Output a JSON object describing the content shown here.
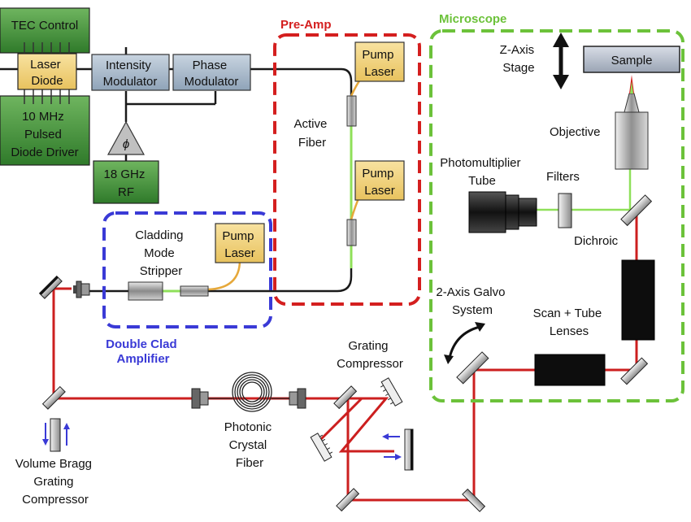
{
  "labels": {
    "tec_control": "TEC Control",
    "laser_diode": [
      "Laser",
      "Diode"
    ],
    "diode_driver": [
      "10 MHz",
      "Pulsed",
      "Diode Driver"
    ],
    "intensity_modulator": [
      "Intensity",
      "Modulator"
    ],
    "phase_modulator": [
      "Phase",
      "Modulator"
    ],
    "phi": "ϕ",
    "rf_source": [
      "18 GHz",
      "RF"
    ],
    "pre_amp_title": "Pre-Amp",
    "pump_laser": [
      "Pump",
      "Laser"
    ],
    "active_fiber": [
      "Active",
      "Fiber"
    ],
    "microscope_title": "Microscope",
    "z_axis_stage": [
      "Z-Axis",
      "Stage"
    ],
    "sample": "Sample",
    "objective": "Objective",
    "photomultiplier_tube": [
      "Photomultiplier",
      "Tube"
    ],
    "filters": "Filters",
    "dichroic": "Dichroic",
    "cladding_mode_stripper": [
      "Cladding",
      "Mode",
      "Stripper"
    ],
    "double_clad_amplifier": [
      "Double Clad",
      "Amplifier"
    ],
    "galvo_system": [
      "2-Axis Galvo",
      "System"
    ],
    "scan_tube_lenses": [
      "Scan + Tube",
      "Lenses"
    ],
    "grating_compressor": [
      "Grating",
      "Compressor"
    ],
    "photonic_crystal_fiber": [
      "Photonic",
      "Crystal",
      "Fiber"
    ],
    "volume_bragg": [
      "Volume Bragg",
      "Grating",
      "Compressor"
    ]
  },
  "colors": {
    "laser_beam": "#cc1f1f",
    "fiber": "#1a1a1a",
    "pump_fiber": "#e6a83a",
    "green_signal": "#8fe05a",
    "pre_amp_border": "#d41f1f",
    "microscope_border": "#6cc23a",
    "amplifier_border": "#3a3ad6",
    "dark_green_box": "#3f8a34",
    "steel_box": "#a8b8c8",
    "pump_box": "#f2d27a"
  }
}
